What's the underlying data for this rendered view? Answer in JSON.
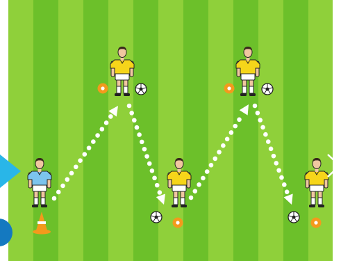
{
  "scene": {
    "type": "football-passing-drill-diagram",
    "colors": {
      "background": "#ffffff",
      "grass_light": "#8fd03a",
      "grass_dark": "#6cc02a",
      "pass_line": "#ffffff",
      "cone": "#f39a1c",
      "marker": "#f39a1c",
      "start_arrow": "#29b6e8",
      "exit_arrow": "#ffffff",
      "corner_badge": "#1479c0",
      "player_skin": "#f0c7a0",
      "player_hair": "#3a2a1c",
      "yellow_shirt": "#f6d51a",
      "blue_shirt": "#7cc4ee",
      "shorts": "#ffffff",
      "socks": "#ffffff",
      "boots": "#222222",
      "outline": "#222222"
    },
    "players": [
      {
        "role": "starter",
        "kit": "blue",
        "ball": "none"
      },
      {
        "role": "receiver",
        "kit": "yellow",
        "ball": "right"
      },
      {
        "role": "receiver",
        "kit": "yellow",
        "ball": "left"
      },
      {
        "role": "receiver",
        "kit": "yellow",
        "ball": "right"
      },
      {
        "role": "receiver",
        "kit": "yellow",
        "ball": "left"
      }
    ],
    "passes": 4,
    "icons": [
      "cone-icon",
      "marker-icon",
      "ball-icon",
      "start-arrow-icon",
      "exit-arrow-icon"
    ]
  }
}
